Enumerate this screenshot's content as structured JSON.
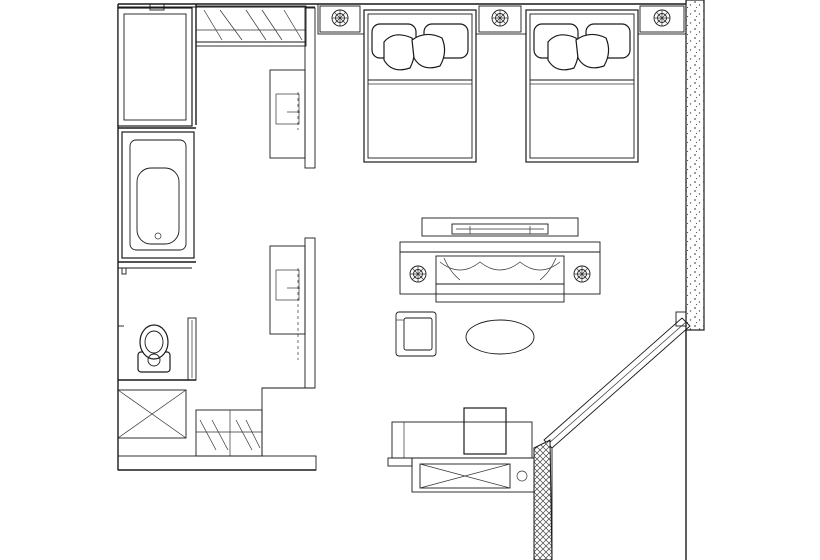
{
  "domain": "Diagram",
  "colors": {
    "line": "#1a1a1a",
    "background": "#ffffff",
    "hatch": "#555555"
  },
  "items": [
    {
      "id": "bed-left",
      "icon": "double-bed-icon"
    },
    {
      "id": "bed-right",
      "icon": "double-bed-icon"
    },
    {
      "id": "nightstand",
      "icon": "lamp-icon"
    },
    {
      "id": "sofa",
      "icon": "sofa-icon"
    },
    {
      "id": "armchair",
      "icon": "armchair-icon"
    },
    {
      "id": "coffee-table",
      "icon": "oval-table-icon"
    },
    {
      "id": "desk",
      "icon": "desk-icon"
    },
    {
      "id": "bathtub",
      "icon": "bathtub-icon"
    },
    {
      "id": "toilet",
      "icon": "toilet-icon"
    },
    {
      "id": "wardrobe",
      "icon": "wardrobe-icon"
    }
  ]
}
